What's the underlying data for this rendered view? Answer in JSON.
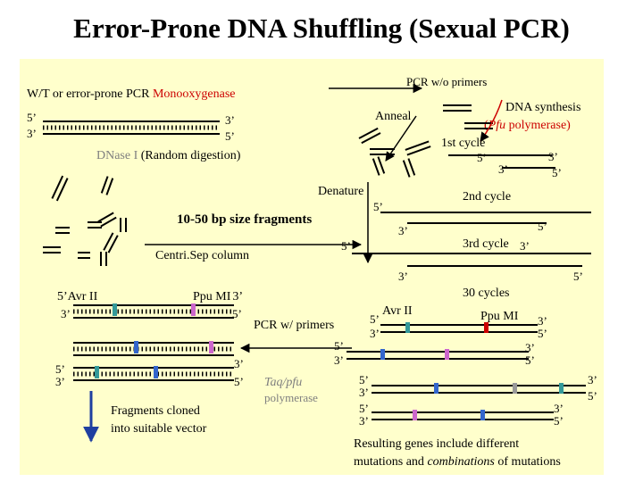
{
  "title": "Error-Prone DNA Shuffling (Sexual PCR)",
  "labels": {
    "wt_prefix": "W/T or error-prone PCR ",
    "wt_gene": "Monooxygenase",
    "five_prime": "5’",
    "three_prime": "3’",
    "dnase_main": "DNase I",
    "dnase_paren": " (Random digestion)",
    "fragments": "10-50 bp size fragments",
    "centrisep": "Centri.Sep column",
    "pcr_wo_primers": "PCR w/o primers",
    "anneal": "Anneal",
    "dna_synthesis": "DNA synthesis",
    "pfu_open": "(",
    "pfu_name": "Pfu",
    "pfu_close": " polymerase)",
    "first_cycle": "1st cycle",
    "denature": "Denature",
    "second_cycle": "2nd cycle",
    "third_cycle": "3rd cycle",
    "thirty_cycles": "30 cycles",
    "avr": "Avr II",
    "ppu": "Ppu MI",
    "pcr_w_primers": "PCR w/ primers",
    "taq_pfu": "Taq/pfu",
    "polymerase": "polymerase",
    "cloned_1": "Fragments cloned",
    "cloned_2": "into suitable vector",
    "result_1": "Resulting genes include different",
    "result_2a": "mutations and ",
    "result_2b": "combinations",
    "result_2c": " of mutations"
  },
  "colors": {
    "panel": "#ffffcc",
    "accent_red": "#cc0000",
    "arrow_blue": "#1f3fa0",
    "mut_teal": "#339999",
    "mut_blue": "#3366cc",
    "mut_purple": "#cc66cc",
    "mut_red": "#cc0000",
    "mut_gray": "#999999"
  }
}
